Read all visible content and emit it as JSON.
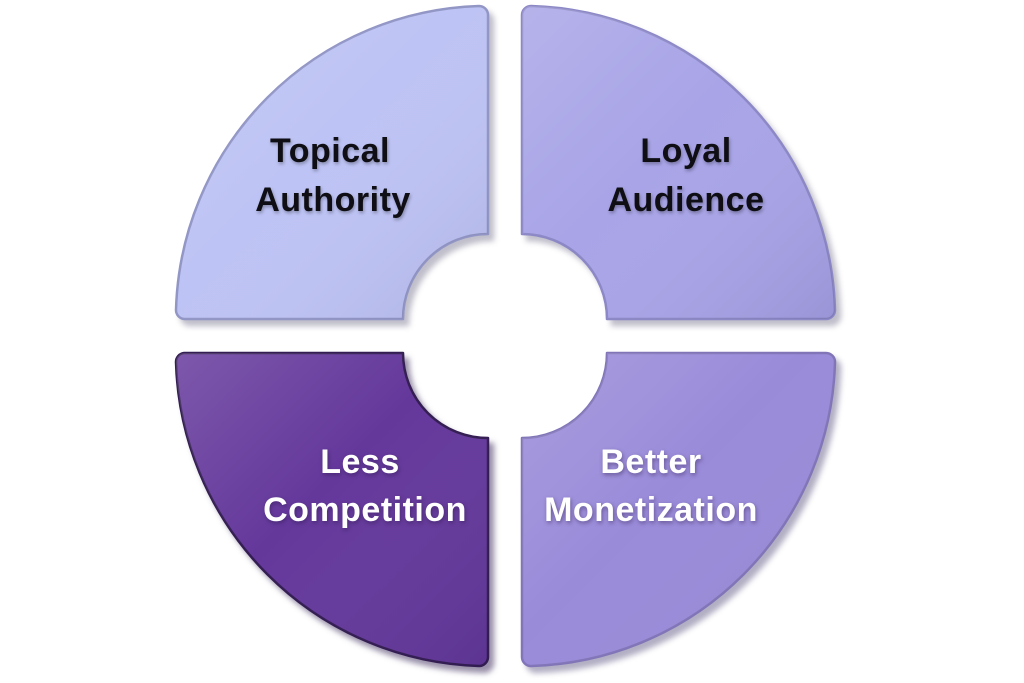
{
  "diagram": {
    "type": "circular-quadrant-infographic",
    "background": "#ffffff",
    "segments": [
      {
        "position": "top-left",
        "label_line1": "Topical",
        "label_line2": "Authority",
        "fill": "#bdc3f4",
        "text_color": "#0e0e14"
      },
      {
        "position": "top-right",
        "label_line1": "Loyal",
        "label_line2": "Audience",
        "fill": "#a8a4e7",
        "text_color": "#0e0e14"
      },
      {
        "position": "bottom-left",
        "label_line1": "Less",
        "label_line2": "Competition",
        "fill": "#64389b",
        "text_color": "#ffffff"
      },
      {
        "position": "bottom-right",
        "label_line1": "Better",
        "label_line2": "Monetization",
        "fill": "#9a8bd9",
        "text_color": "#ffffff"
      }
    ]
  }
}
